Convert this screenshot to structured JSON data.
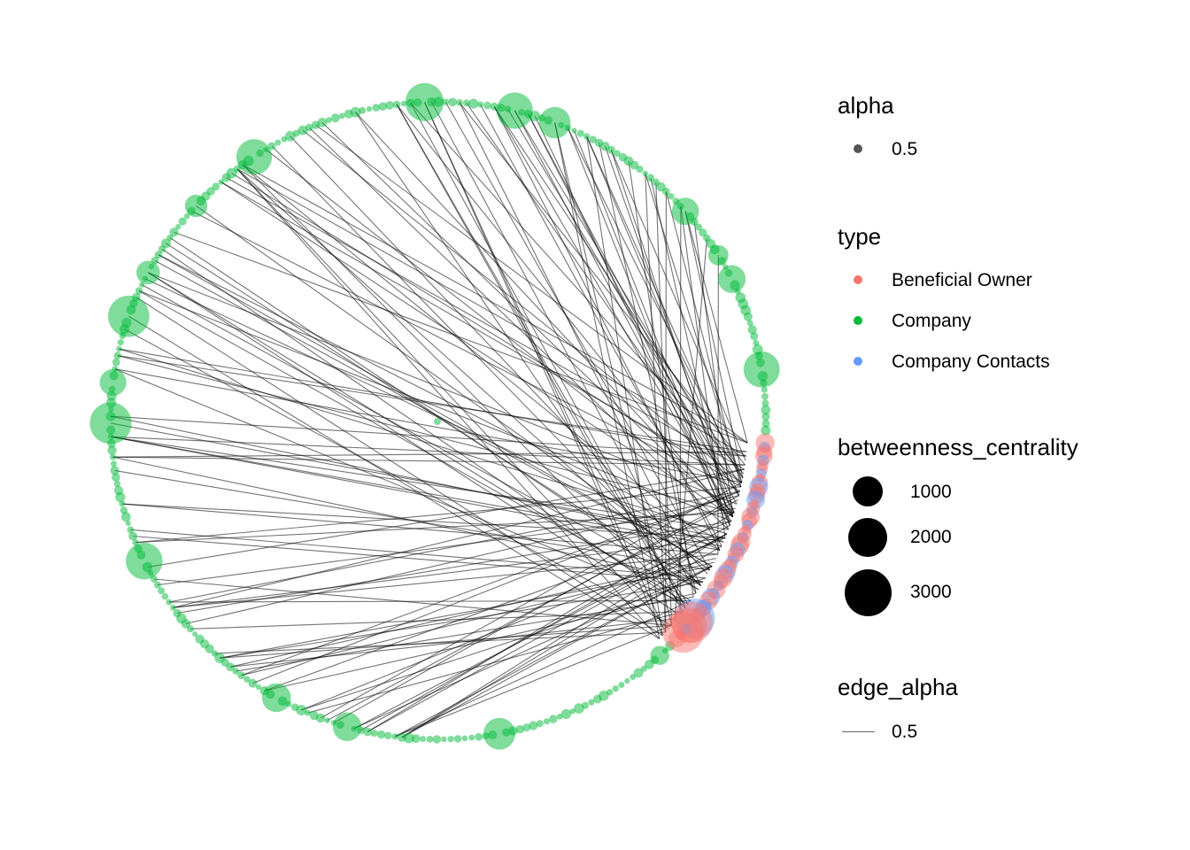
{
  "chart_data": {
    "type": "network",
    "layout": "circle",
    "node_counts": {
      "Beneficial Owner": 34,
      "Company": 260,
      "Company Contacts": 16
    },
    "edge_count": 150,
    "colors": {
      "Beneficial Owner": "#F8766D",
      "Company": "#00BA38",
      "Company Contacts": "#619CFF",
      "edge": "#000000"
    }
  },
  "legend": {
    "alpha": {
      "title": "alpha",
      "value": "0.5"
    },
    "type": {
      "title": "type",
      "items": [
        {
          "label": "Beneficial Owner",
          "color": "#F8766D"
        },
        {
          "label": "Company",
          "color": "#00BA38"
        },
        {
          "label": "Company Contacts",
          "color": "#619CFF"
        }
      ]
    },
    "size": {
      "title": "betweenness_centrality",
      "items": [
        {
          "label": "1000",
          "value": 1000
        },
        {
          "label": "2000",
          "value": 2000
        },
        {
          "label": "3000",
          "value": 3000
        }
      ]
    },
    "edge_alpha": {
      "title": "edge_alpha",
      "value": "0.5"
    }
  }
}
